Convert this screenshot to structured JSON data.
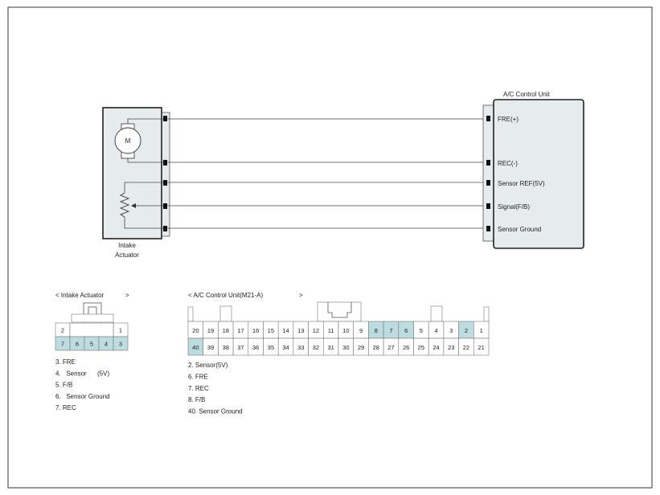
{
  "intake_actuator": {
    "title_line1": "Intake",
    "title_line2": "Actuator",
    "motor_label": "M"
  },
  "ac_unit": {
    "title": "A/C Control Unit",
    "pins": [
      {
        "label": "FRE(+)"
      },
      {
        "label": "REC(-)"
      },
      {
        "label": "Sensor REF(5V)"
      },
      {
        "label": "Signal(F/B)"
      },
      {
        "label": "Sensor Ground"
      }
    ]
  },
  "connector_intake": {
    "heading": "< Intake Actuator",
    "heading_end": ">",
    "top_row": [
      "2",
      "",
      "",
      "",
      "1"
    ],
    "bottom_row": [
      "7",
      "6",
      "5",
      "4",
      "3"
    ],
    "highlight_bottom": [
      true,
      true,
      true,
      true,
      true
    ],
    "legend": [
      "3. FRE",
      "4.   Sensor      (5V)",
      "5. F/B",
      "6.   Sensor Ground",
      "7. REC"
    ]
  },
  "connector_acu": {
    "heading": "< A/C Control Unit(M21-A)",
    "heading_end": ">",
    "top_row": [
      "20",
      "19",
      "18",
      "17",
      "16",
      "15",
      "14",
      "13",
      "12",
      "11",
      "10",
      "9",
      "8",
      "7",
      "6",
      "5",
      "4",
      "3",
      "2",
      "1"
    ],
    "bottom_row": [
      "40",
      "39",
      "38",
      "37",
      "36",
      "35",
      "34",
      "33",
      "32",
      "31",
      "30",
      "29",
      "28",
      "27",
      "26",
      "25",
      "24",
      "23",
      "22",
      "21"
    ],
    "highlight_top": [
      "8",
      "7",
      "6",
      "2"
    ],
    "highlight_bottom": [
      "40"
    ],
    "legend": [
      "2. Sensor(5V)",
      "6. FRE",
      "7. REC",
      "8. F/B",
      "40. Sensor Ground"
    ]
  },
  "colors": {
    "frame": "#333333",
    "box_fill": "#e6ecee",
    "highlight_fill": "#bcdce0",
    "wire": "#444444"
  }
}
